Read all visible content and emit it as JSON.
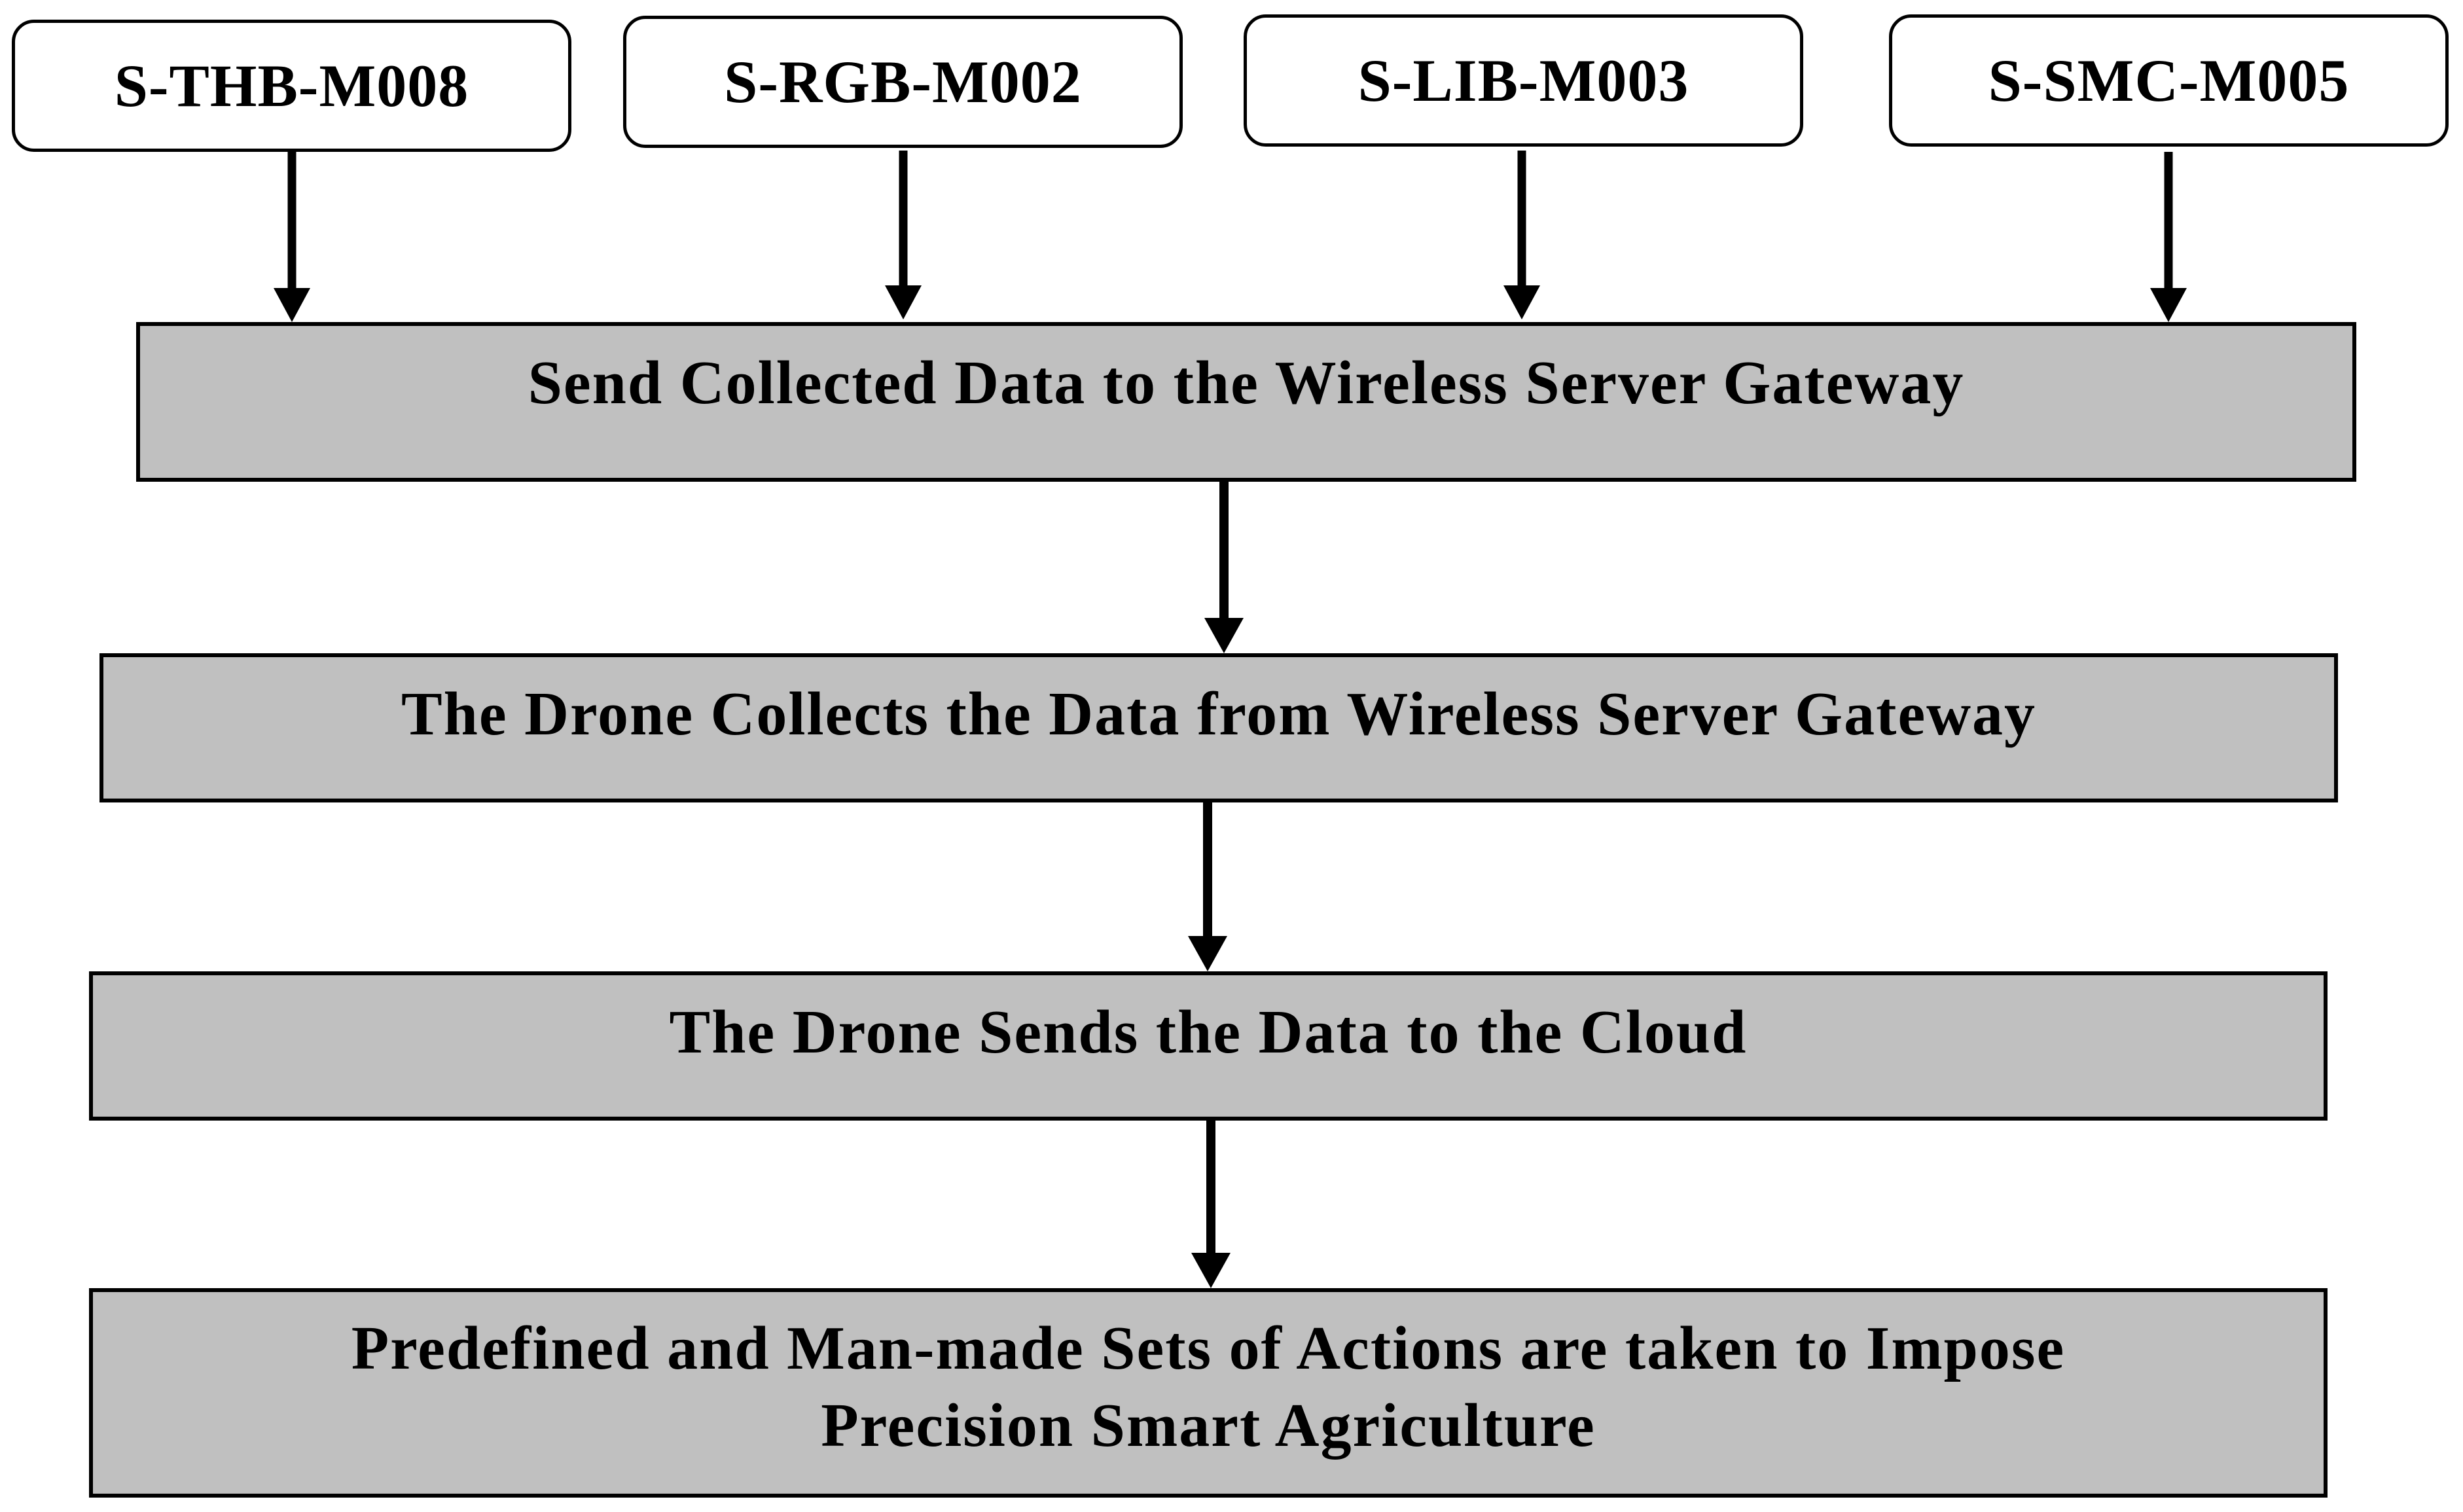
{
  "sensors": [
    {
      "label": "S-THB-M008"
    },
    {
      "label": "S-RGB-M002"
    },
    {
      "label": "S-LIB-M003"
    },
    {
      "label": "S-SMC-M005"
    }
  ],
  "steps": [
    {
      "text": "Send Collected Data to the Wireless Server Gateway"
    },
    {
      "text": "The Drone Collects the Data from Wireless Server Gateway"
    },
    {
      "text": "The Drone Sends the Data to the Cloud"
    },
    {
      "line1": "Predefined and Man-made Sets of Actions are taken to Impose",
      "line2": "Precision Smart Agriculture"
    }
  ],
  "colors": {
    "step_fill": "#c0c0c0",
    "sensor_fill": "#ffffff",
    "stroke": "#000000"
  }
}
